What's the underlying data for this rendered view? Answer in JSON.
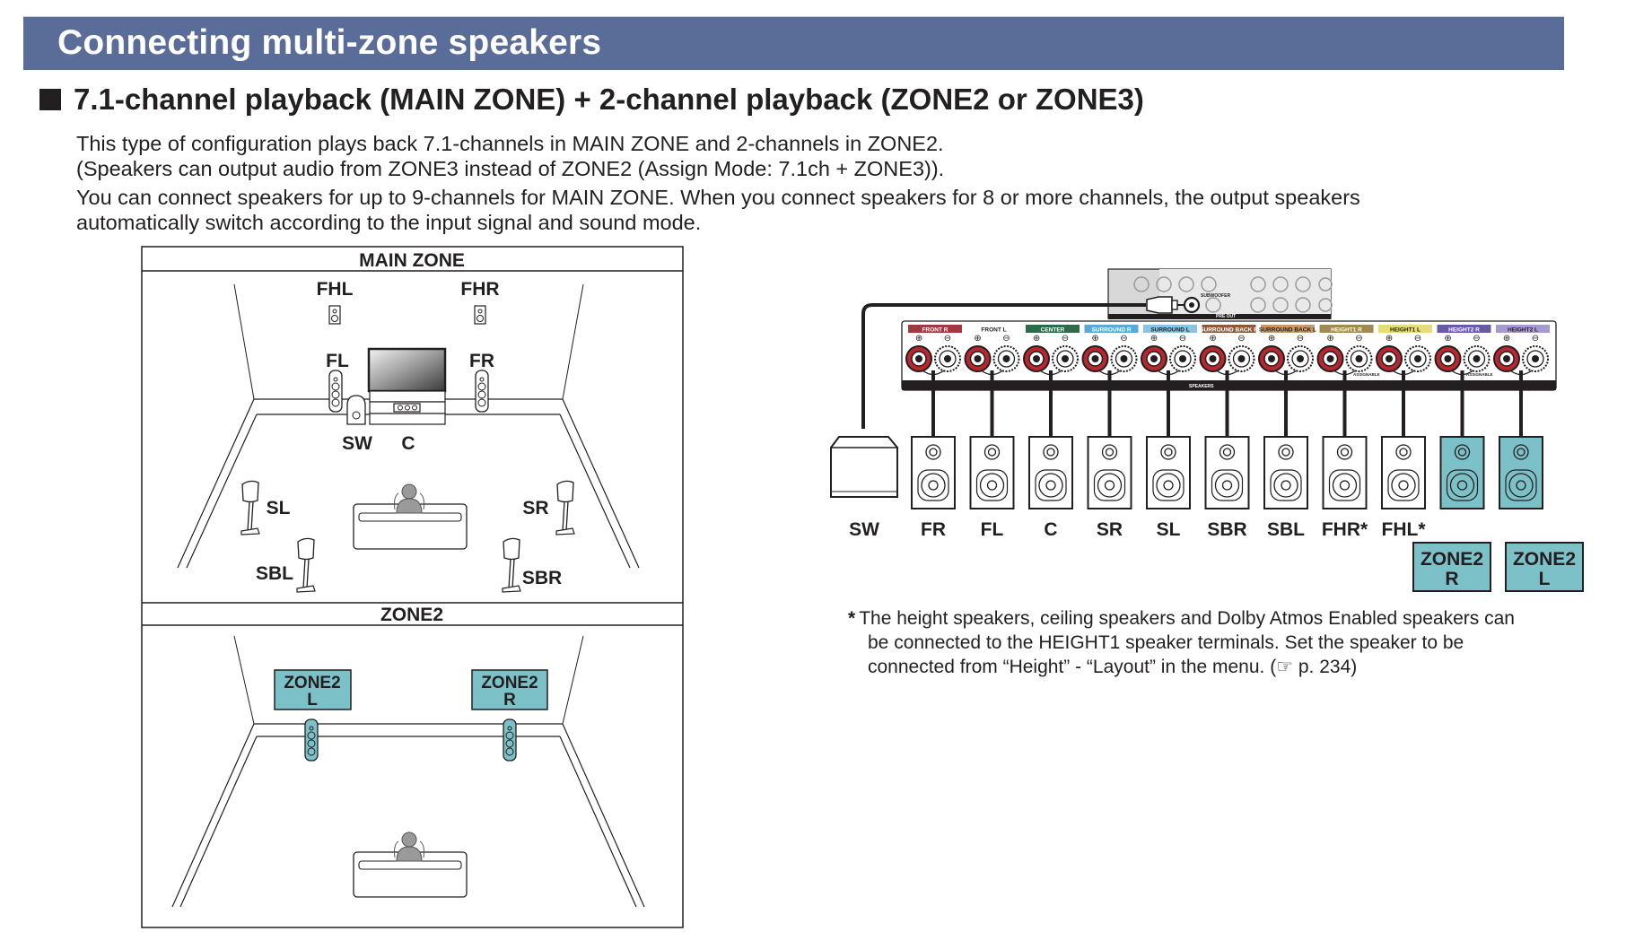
{
  "banner": {
    "title": "Connecting multi-zone speakers",
    "color": "#5a6d98"
  },
  "section": {
    "title": "7.1-channel playback (MAIN ZONE) + 2-channel playback (ZONE2 or ZONE3)"
  },
  "paragraphs": [
    "This type of configuration plays back 7.1-channels in MAIN ZONE and 2-channels in ZONE2.",
    "(Speakers can output audio from ZONE3 instead of ZONE2 (Assign Mode: 7.1ch + ZONE3)).",
    "You can connect speakers for up to 9-channels for MAIN ZONE. When you connect speakers for 8 or more channels, the output speakers",
    "automatically switch according to the input signal and sound mode."
  ],
  "room_diagram": {
    "main_zone": {
      "header": "MAIN ZONE",
      "speakers": {
        "fhl": "FHL",
        "fhr": "FHR",
        "fl": "FL",
        "fr": "FR",
        "sw": "SW",
        "c": "C",
        "sl": "SL",
        "sr": "SR",
        "sbl": "SBL",
        "sbr": "SBR"
      }
    },
    "zone2": {
      "header": "ZONE2",
      "speakers": {
        "left_line1": "ZONE2",
        "left_line2": "L",
        "right_line1": "ZONE2",
        "right_line2": "R"
      }
    }
  },
  "receiver": {
    "terminals": [
      {
        "label": "FRONT R",
        "color": "#a03a40"
      },
      {
        "label": "FRONT L",
        "color": "#ffffff"
      },
      {
        "label": "CENTER",
        "color": "#2e6b4a"
      },
      {
        "label": "SURROUND R",
        "color": "#5aa9d6"
      },
      {
        "label": "SURROUND L",
        "color": "#8cc3e3"
      },
      {
        "label": "SURROUND BACK R",
        "color": "#8a5a3a"
      },
      {
        "label": "SURROUND BACK L",
        "color": "#c79a6c"
      },
      {
        "label": "HEIGHT1 R",
        "color": "#a28a4e"
      },
      {
        "label": "HEIGHT1 L",
        "color": "#e6dc78"
      },
      {
        "label": "HEIGHT2 R",
        "color": "#6a58a8"
      },
      {
        "label": "HEIGHT2 L",
        "color": "#a79ad0"
      }
    ],
    "speakers_label": "SPEAKERS",
    "assignable_label": "ASSIGNABLE",
    "preout": {
      "subwoofer": "SUBWOOFER",
      "pre_out": "PRE OUT"
    }
  },
  "speaker_row": {
    "labels": [
      "SW",
      "FR",
      "FL",
      "C",
      "SR",
      "SL",
      "SBR",
      "SBL",
      "FHR*",
      "FHL*"
    ],
    "zone2_boxes": [
      {
        "line1": "ZONE2",
        "line2": "R"
      },
      {
        "line1": "ZONE2",
        "line2": "L"
      }
    ],
    "zone_color": "#7cc0c8"
  },
  "footnote": {
    "marker": "*",
    "lines": [
      "The height speakers, ceiling speakers and Dolby Atmos Enabled speakers can",
      "be connected to the HEIGHT1 speaker terminals. Set the speaker to be",
      "connected from “Height” - “Layout” in the menu.  (☞ p. 234)"
    ]
  }
}
